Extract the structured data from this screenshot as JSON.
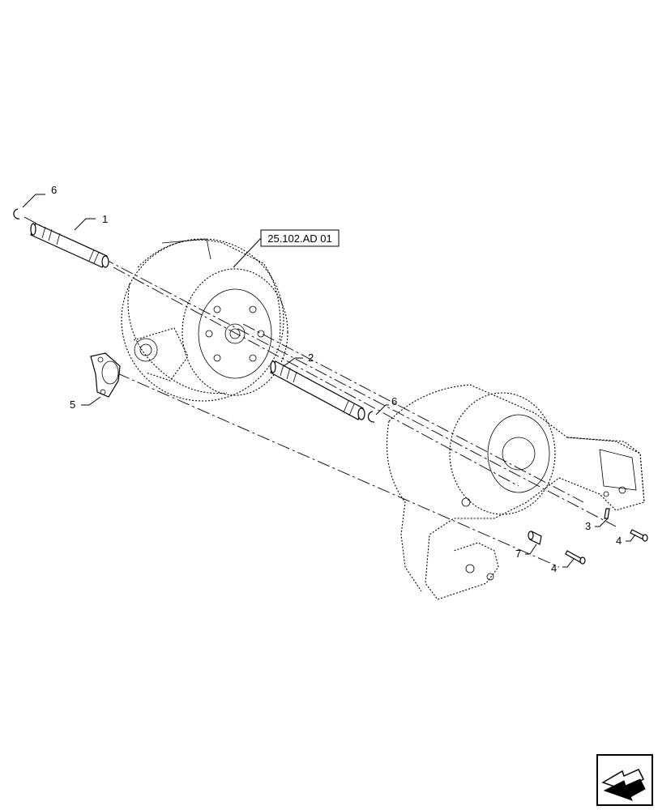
{
  "reference_box": {
    "text": "25.102.AD 01"
  },
  "callouts": [
    {
      "id": "c6a",
      "number": "6"
    },
    {
      "id": "c1",
      "number": "1"
    },
    {
      "id": "c2",
      "number": "2"
    },
    {
      "id": "c6b",
      "number": "6"
    },
    {
      "id": "c5",
      "number": "5"
    },
    {
      "id": "c3",
      "number": "3"
    },
    {
      "id": "c4a",
      "number": "4"
    },
    {
      "id": "c7",
      "number": "7"
    },
    {
      "id": "c4b",
      "number": "4"
    }
  ],
  "nav_icon": {
    "name": "previous-page-arrow-icon"
  }
}
